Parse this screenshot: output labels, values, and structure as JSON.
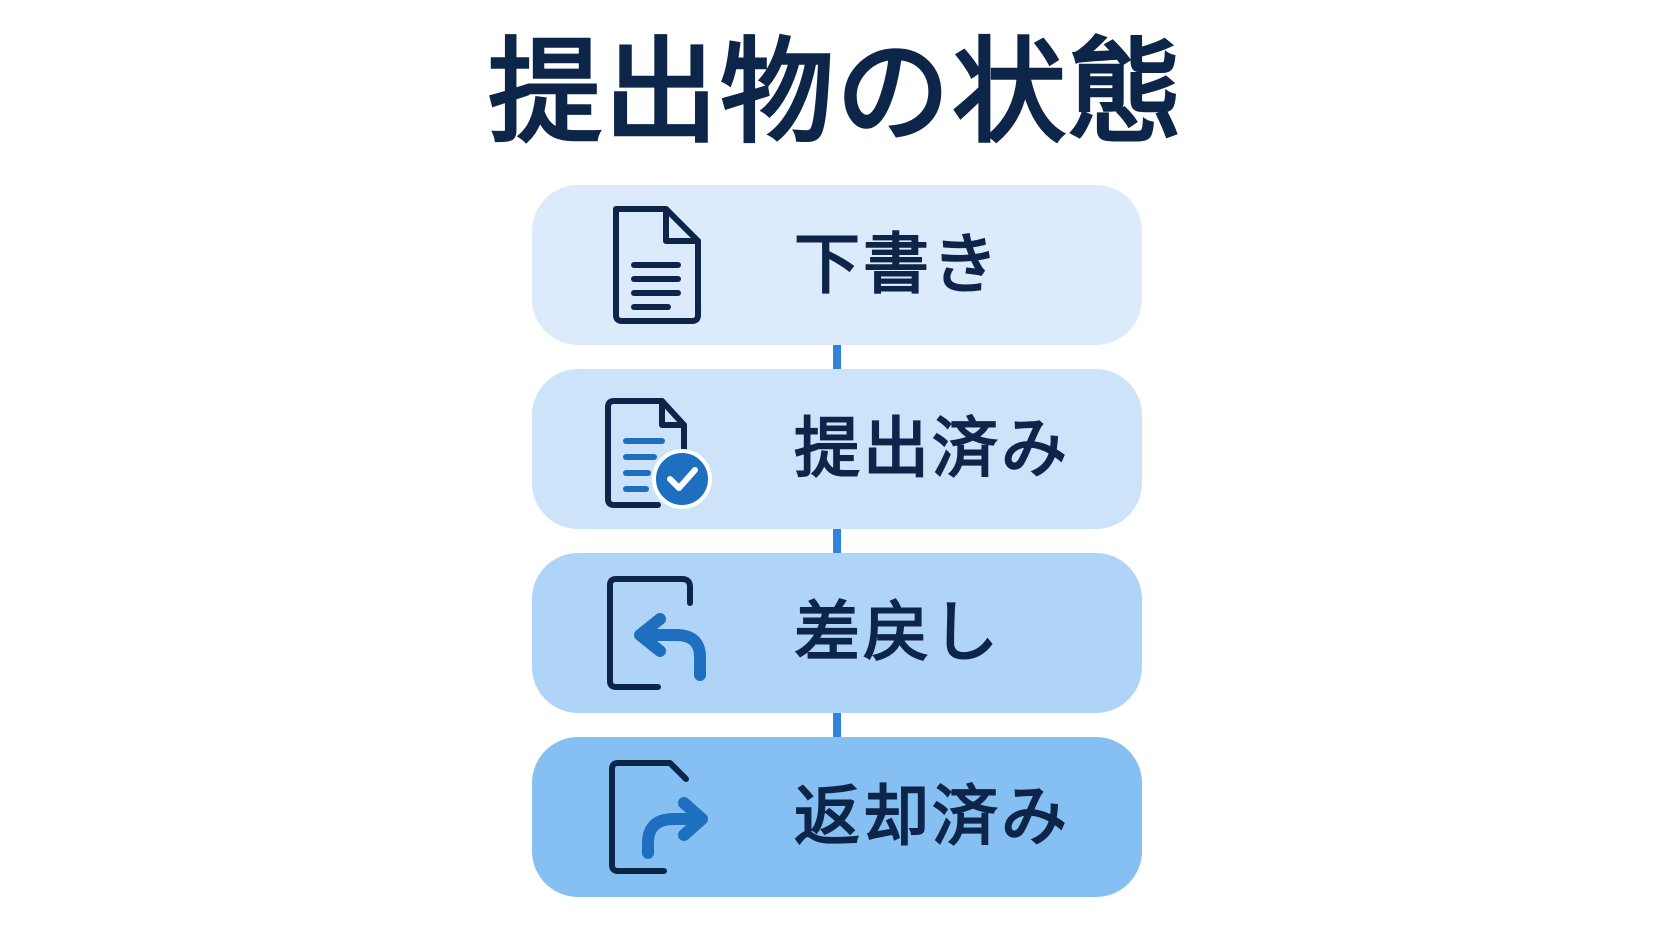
{
  "title": "提出物の状態",
  "colors": {
    "title": "#0c2549",
    "icon": "#0c2549",
    "accent": "#1f6fc1",
    "connector": "#2f83d8"
  },
  "statuses": [
    {
      "label": "下書き",
      "icon": "document-icon",
      "background": "#dcebfb"
    },
    {
      "label": "提出済み",
      "icon": "document-check-icon",
      "background": "#cce3fa"
    },
    {
      "label": "差戻し",
      "icon": "return-arrow-icon",
      "background": "#afd4f8"
    },
    {
      "label": "返却済み",
      "icon": "forward-arrow-icon",
      "background": "#86c0f3"
    }
  ]
}
